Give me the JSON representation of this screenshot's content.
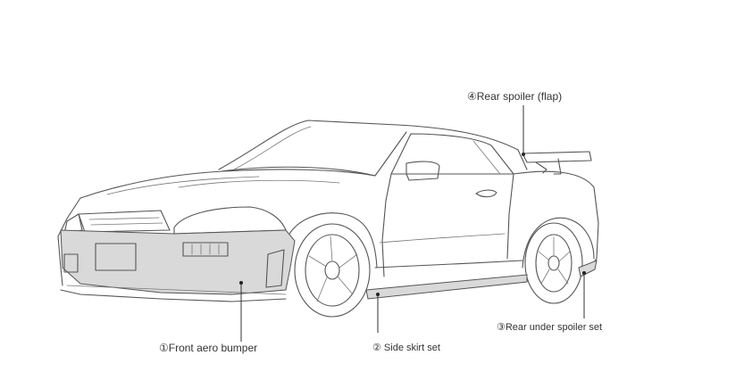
{
  "callouts": {
    "rear_spoiler": "④Rear spoiler (flap)",
    "front_bumper": "①Front aero bumper",
    "side_skirt": "② Side skirt set",
    "rear_under_spoiler": "③Rear under spoiler set"
  },
  "colors": {
    "line": "#555555",
    "part_highlight": "#d9d9d9",
    "leader": "#333333",
    "background": "#ffffff"
  }
}
